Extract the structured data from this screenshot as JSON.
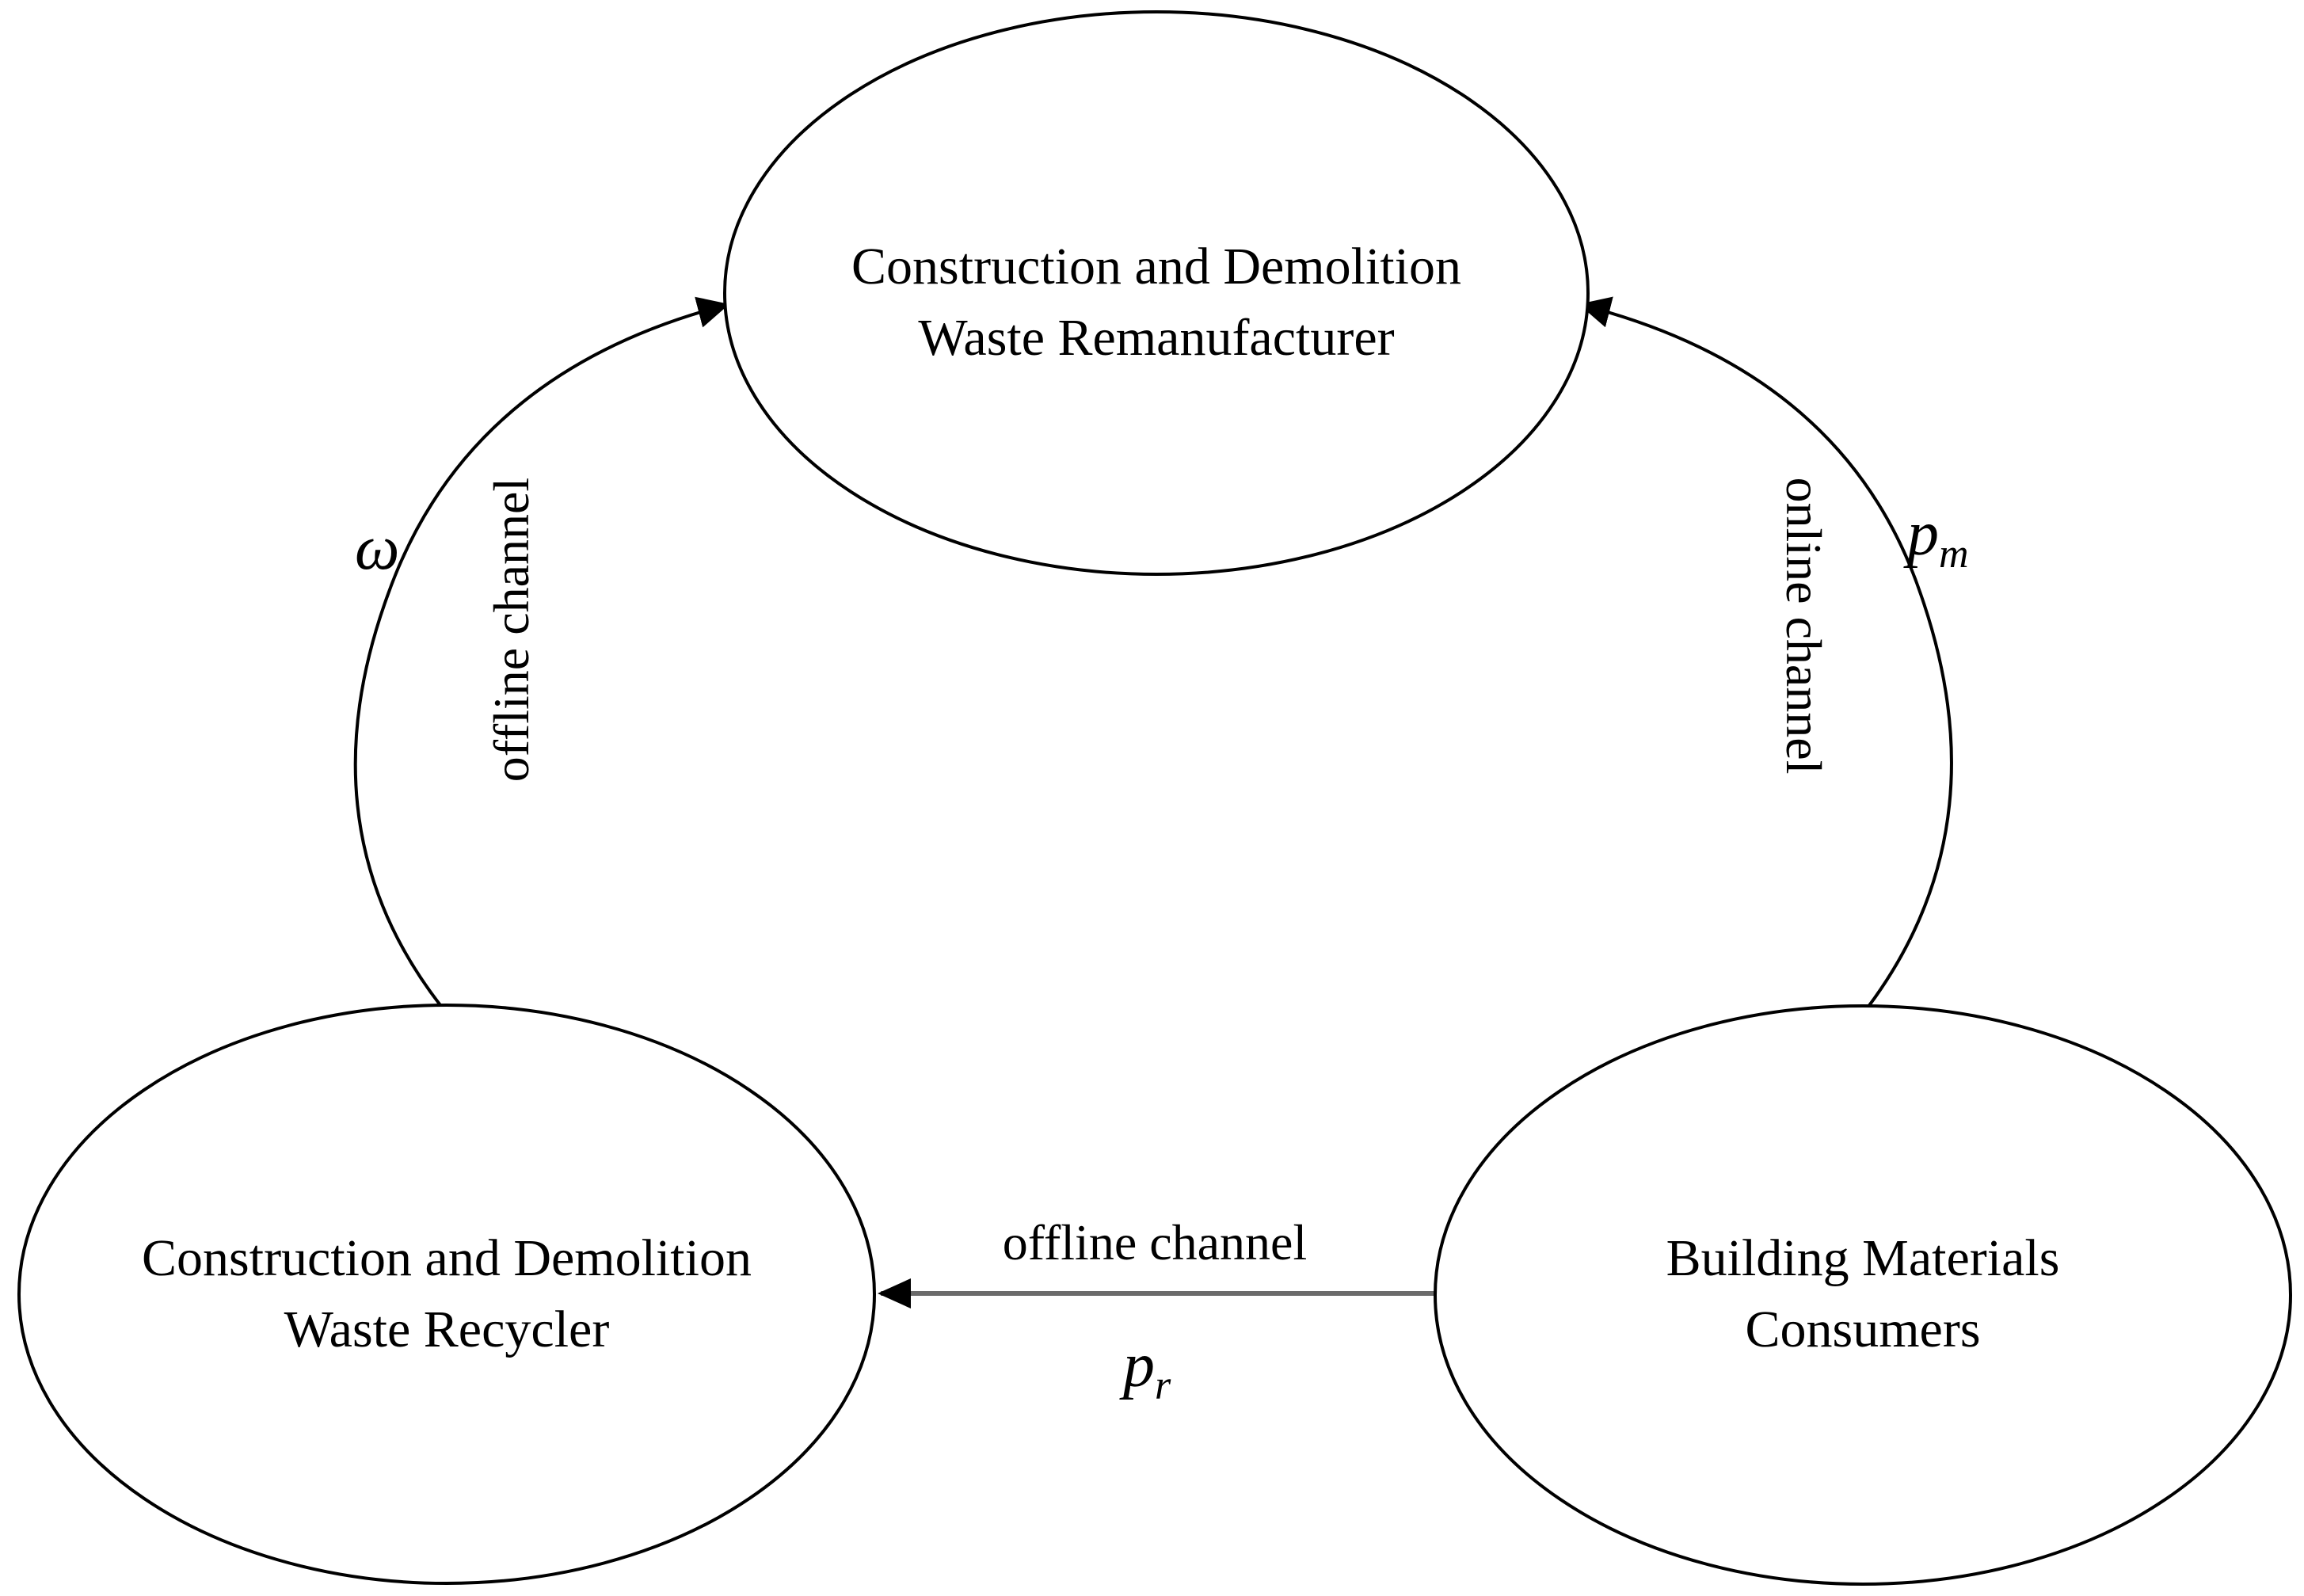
{
  "nodes": {
    "remanufacturer": {
      "line1": "Construction and Demolition",
      "line2": "Waste Remanufacturer"
    },
    "recycler": {
      "line1": "Construction and Demolition",
      "line2": "Waste Recycler"
    },
    "consumers": {
      "line1": "Building Materials",
      "line2": "Consumers"
    }
  },
  "edges": {
    "recycler_to_remanufacturer": {
      "label": "offline channel",
      "variable": "ω"
    },
    "consumers_to_remanufacturer": {
      "label": "online channel",
      "variable_base": "p",
      "variable_sub": "m"
    },
    "consumers_to_recycler": {
      "label": "offline channel",
      "variable_base": "p",
      "variable_sub": "r"
    }
  }
}
